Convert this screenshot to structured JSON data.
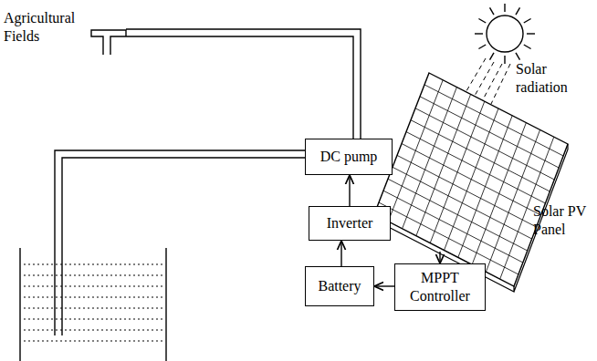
{
  "diagram": {
    "nodes": [
      {
        "text": [
          "DC pump"
        ]
      },
      {
        "text": [
          "Inverter"
        ]
      },
      {
        "text": [
          "Battery"
        ]
      },
      {
        "text": [
          "MPPT Controller"
        ]
      }
    ],
    "edges": [
      {
        "from": 3,
        "to": 2,
        "arrow": "to"
      },
      {
        "from": 2,
        "to": 1,
        "arrow": "to"
      },
      {
        "from": 1,
        "to": 0,
        "arrow": "to"
      }
    ],
    "labels": [
      "Agricultural Fields",
      "Solar radiation",
      "Solar PV Panel"
    ]
  }
}
